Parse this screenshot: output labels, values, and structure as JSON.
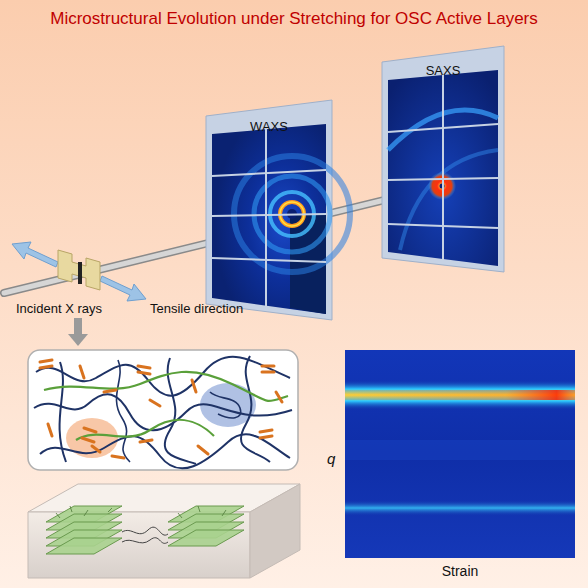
{
  "diagram": {
    "title": "Microstructural Evolution under Stretching for OSC Active Layers",
    "nodes": [
      {
        "text": [
          "WAXS"
        ]
      },
      {
        "text": [
          "SAXS"
        ]
      }
    ],
    "labels": [
      "Incident X rays",
      "Tensile direction",
      "q",
      "Strain"
    ]
  }
}
